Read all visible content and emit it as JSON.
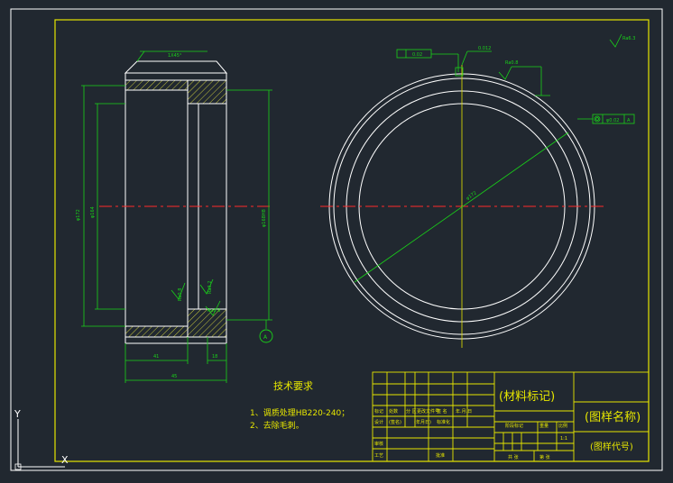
{
  "colors": {
    "background": "#212830",
    "frame": "#e6e600",
    "outline": "#ffffff",
    "dimension": "#19d219",
    "centerline": "#ff2a2a",
    "hatch": "#d9d93f"
  },
  "dimensions": {
    "chamfer": "1X45°",
    "od_left": "φ172",
    "id_left": "φ164",
    "bore_right": "φ168H8",
    "width_41": "41",
    "width_18": "18",
    "width_45": "45",
    "roughness_a": "Ra0.8",
    "roughness_b": "Ra3.2",
    "roughness_c": "Ra0.8",
    "runout_value": "0.012",
    "runout_ref": "A",
    "flatness_value": "0.02",
    "concentric_value": "φ0.02",
    "concentric_ref": "A",
    "diameter_circle": "φ172",
    "datum": "A",
    "corner_roughness": "Ra6.3"
  },
  "tech_requirements": {
    "title": "技术要求",
    "item1": "1、调质处理HB220-240；",
    "item2": "2、去除毛刺。"
  },
  "title_block": {
    "material": "(材料标记)",
    "drawing_name": "(图样名称)",
    "drawing_code": "(图样代号)",
    "r1": [
      "标记",
      "处数",
      "分 区",
      "更改文件号",
      "签 名",
      "年.月.日"
    ],
    "r2": [
      "设计",
      "(签名)",
      "(年月日)",
      "标准化"
    ],
    "r3": [
      "审核"
    ],
    "r4": [
      "工艺",
      "批准"
    ],
    "stage_headers": [
      "阶段标记",
      "重量",
      "比例"
    ],
    "scale": "1:1",
    "sheet_total": "共 张",
    "sheet_no": "第 张"
  },
  "axis": {
    "y": "Y",
    "x": "X"
  }
}
